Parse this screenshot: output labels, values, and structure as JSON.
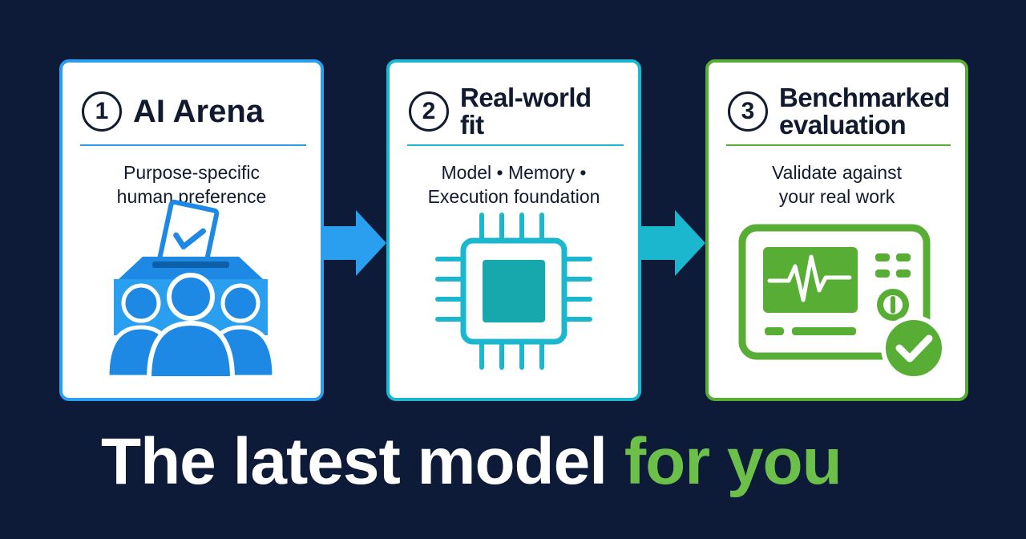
{
  "colors": {
    "background": "#0d1a38",
    "step1_accent": "#2a9ff0",
    "step2_accent": "#1ab7cf",
    "step3_accent": "#58ad34",
    "tagline_accent": "#6cc04a"
  },
  "steps": [
    {
      "number": "1",
      "title": "AI Arena",
      "subtitle_lines": [
        "Purpose-specific",
        "human preference"
      ],
      "icon": "ballot-box-voters-icon"
    },
    {
      "number": "2",
      "title_lines": [
        "Real-world",
        "fit"
      ],
      "subtitle_lines": [
        "Model • Memory •",
        "Execution foundation"
      ],
      "icon": "chip-icon"
    },
    {
      "number": "3",
      "title_lines": [
        "Benchmarked",
        "evaluation"
      ],
      "subtitle_lines": [
        "Validate against",
        "your real work"
      ],
      "icon": "monitor-checkmark-icon"
    }
  ],
  "arrows": [
    "arrow-right-icon",
    "arrow-right-icon"
  ],
  "tagline": {
    "main": "The latest model ",
    "accent": "for you"
  }
}
